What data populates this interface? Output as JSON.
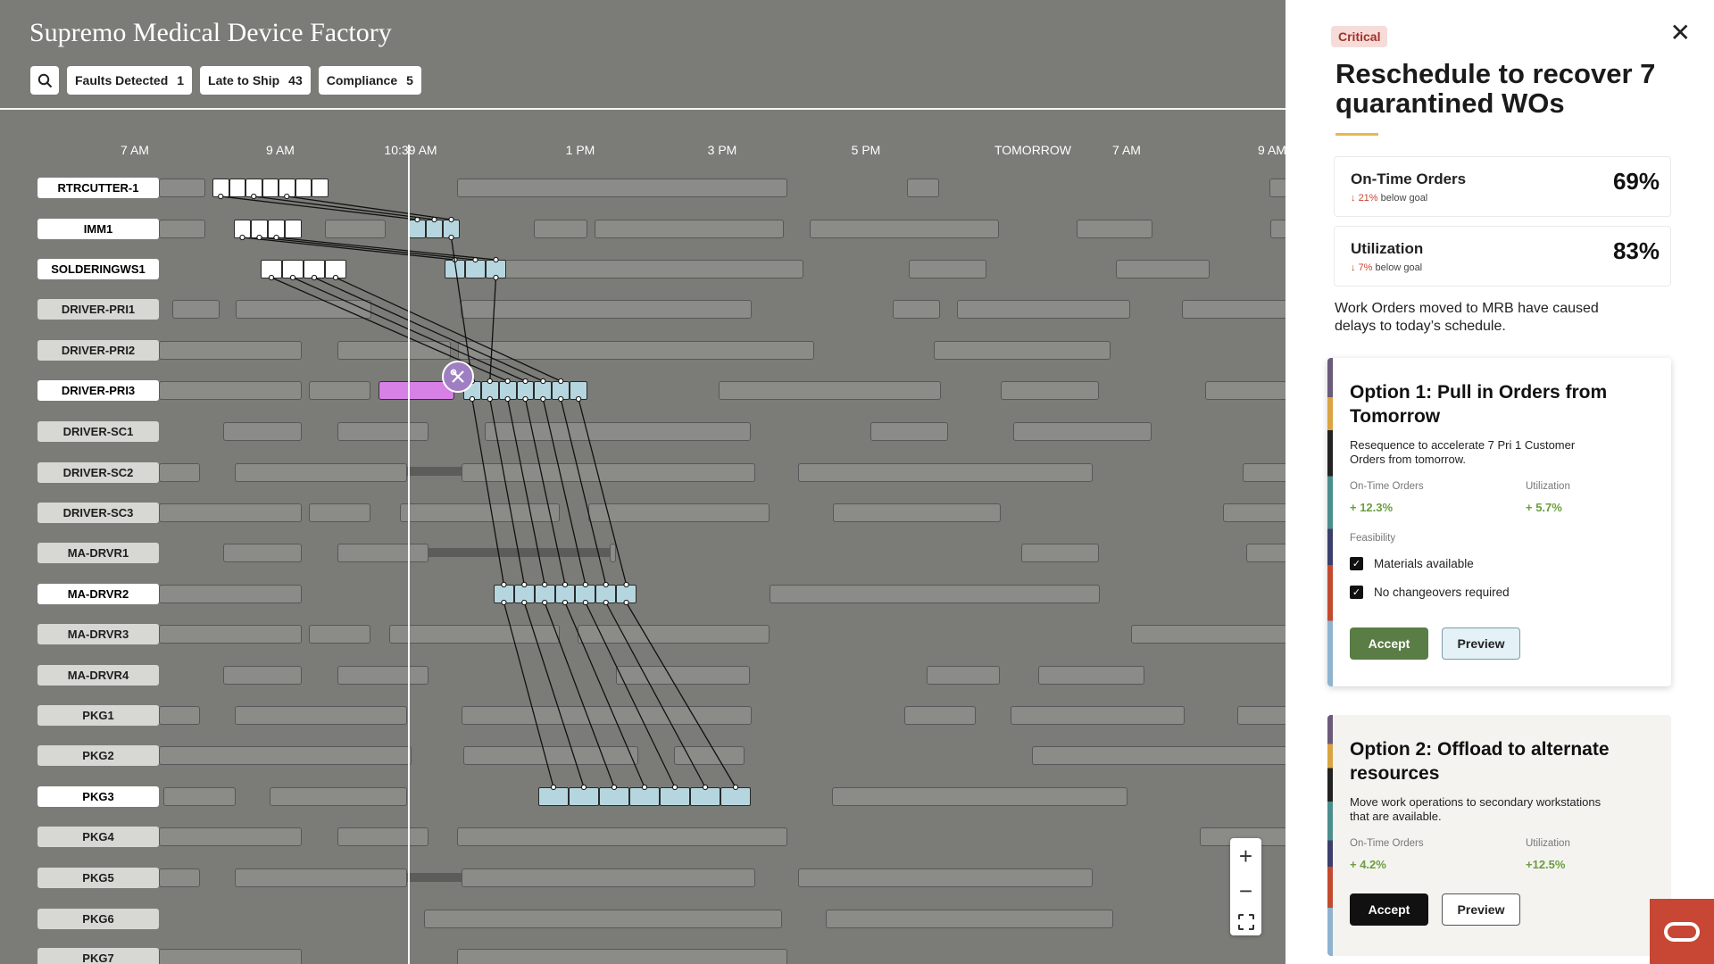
{
  "app": {
    "title": "Supremo Medical Device Factory"
  },
  "filters": [
    {
      "label": "Faults Detected",
      "count": "1"
    },
    {
      "label": "Late to Ship",
      "count": "43"
    },
    {
      "label": "Compliance",
      "count": "5"
    }
  ],
  "timeline": {
    "ticks": [
      "7 AM",
      "9 AM",
      "10:39 AM",
      "1 PM",
      "3 PM",
      "5 PM",
      "TOMORROW",
      "7 AM",
      "9 AM"
    ]
  },
  "resources": [
    {
      "name": "RTRCUTTER-1",
      "active": true
    },
    {
      "name": "IMM1",
      "active": true
    },
    {
      "name": "SOLDERINGWS1",
      "active": true
    },
    {
      "name": "DRIVER-PRI1",
      "active": false
    },
    {
      "name": "DRIVER-PRI2",
      "active": false
    },
    {
      "name": "DRIVER-PRI3",
      "active": true
    },
    {
      "name": "DRIVER-SC1",
      "active": false
    },
    {
      "name": "DRIVER-SC2",
      "active": false
    },
    {
      "name": "DRIVER-SC3",
      "active": false
    },
    {
      "name": "MA-DRVR1",
      "active": false
    },
    {
      "name": "MA-DRVR2",
      "active": true
    },
    {
      "name": "MA-DRVR3",
      "active": false
    },
    {
      "name": "MA-DRVR4",
      "active": false
    },
    {
      "name": "PKG1",
      "active": false
    },
    {
      "name": "PKG2",
      "active": false
    },
    {
      "name": "PKG3",
      "active": true
    },
    {
      "name": "PKG4",
      "active": false
    },
    {
      "name": "PKG5",
      "active": false
    },
    {
      "name": "PKG6",
      "active": false
    },
    {
      "name": "PKG7",
      "active": false
    }
  ],
  "colors": {
    "quarantined": "#ffffff",
    "rescheduled": "#b6d6df",
    "fault": "#d780e6",
    "fault_marker": "#9f7fc2",
    "scheduled": "#8b8b87"
  },
  "panel": {
    "badge": "Critical",
    "title": "Reschedule to recover 7 quarantined WOs",
    "metrics": [
      {
        "label": "On-Time Orders",
        "delta": "21%",
        "delta_suffix": "below goal",
        "value": "69%"
      },
      {
        "label": "Utilization",
        "delta": "7%",
        "delta_suffix": "below goal",
        "value": "83%"
      }
    ],
    "description": "Work Orders moved to MRB have caused delays to today’s schedule.",
    "options": [
      {
        "title": "Option 1: Pull in Orders from Tomorrow",
        "description": "Resequence to accelerate 7 Pri 1 Customer Orders from tomorrow.",
        "stat1_label": "On-Time Orders",
        "stat1_value": "+ 12.3%",
        "stat2_label": "Utilization",
        "stat2_value": "+ 5.7%",
        "feasibility_label": "Feasibility",
        "checks": [
          "Materials available",
          "No changeovers required"
        ],
        "accept": "Accept",
        "preview": "Preview"
      },
      {
        "title": "Option 2: Offload to alternate resources",
        "description": "Move work operations to secondary workstations that are available.",
        "stat1_label": "On-Time Orders",
        "stat1_value": "+ 4.2%",
        "stat2_label": "Utilization",
        "stat2_value": "+12.5%",
        "accept": "Accept",
        "preview": "Preview"
      }
    ]
  }
}
